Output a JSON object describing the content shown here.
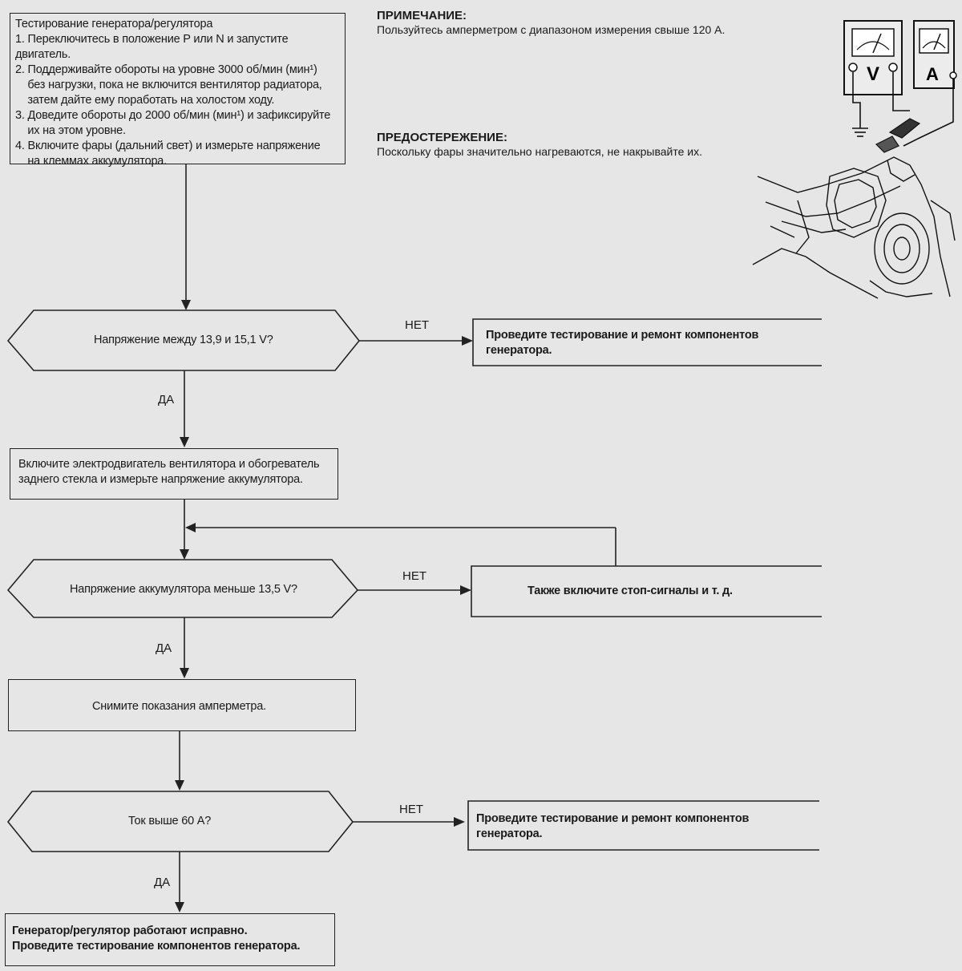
{
  "start_box": {
    "title": "Тестирование генератора/регулятора",
    "steps": [
      "1. Переключитесь в положение P или N и запустите двигатель.",
      "2. Поддерживайте обороты на уровне 3000 об/мин (мин¹)",
      "    без нагрузки, пока не включится вентилятор радиатора,",
      "    затем дайте ему поработать на холостом ходу.",
      "3. Доведите обороты до 2000 об/мин (мин¹) и зафиксируйте",
      "    их на этом уровне.",
      "4. Включите фары (дальний свет) и измерьте напряжение",
      "    на клеммах аккумулятора."
    ]
  },
  "note": {
    "heading": "ПРИМЕЧАНИЕ:",
    "text": "Пользуйтесь амперметром с диапазоном измерения свыше 120 А."
  },
  "caution": {
    "heading": "ПРЕДОСТЕРЕЖЕНИЕ:",
    "text": "Поскольку фары значительно нагреваются, не накрывайте их."
  },
  "meters": {
    "voltmeter_letter": "V",
    "ammeter_letter": "A"
  },
  "decision1": {
    "question": "Напряжение между 13,9 и 15,1 V?",
    "no_label": "НЕТ",
    "yes_label": "ДА",
    "no_action": [
      "Проведите тестирование и ремонт компонентов",
      "генератора."
    ]
  },
  "step_fan": {
    "lines": [
      "Включите электродвигатель вентилятора и обогреватель",
      "заднего стекла и измерьте напряжение аккумулятора."
    ]
  },
  "decision2": {
    "question": "Напряжение аккумулятора меньше 13,5 V?",
    "no_label": "НЕТ",
    "yes_label": "ДА",
    "no_action": "Также включите стоп-сигналы и т. д."
  },
  "step_ammeter": {
    "text": "Снимите показания амперметра."
  },
  "decision3": {
    "question": "Ток выше 60 А?",
    "no_label": "НЕТ",
    "yes_label": "ДА",
    "no_action": [
      "Проведите тестирование и ремонт компонентов",
      "генератора."
    ]
  },
  "final_box": {
    "lines": [
      "Генератор/регулятор работают исправно.",
      "Проведите тестирование компонентов генератора."
    ]
  }
}
